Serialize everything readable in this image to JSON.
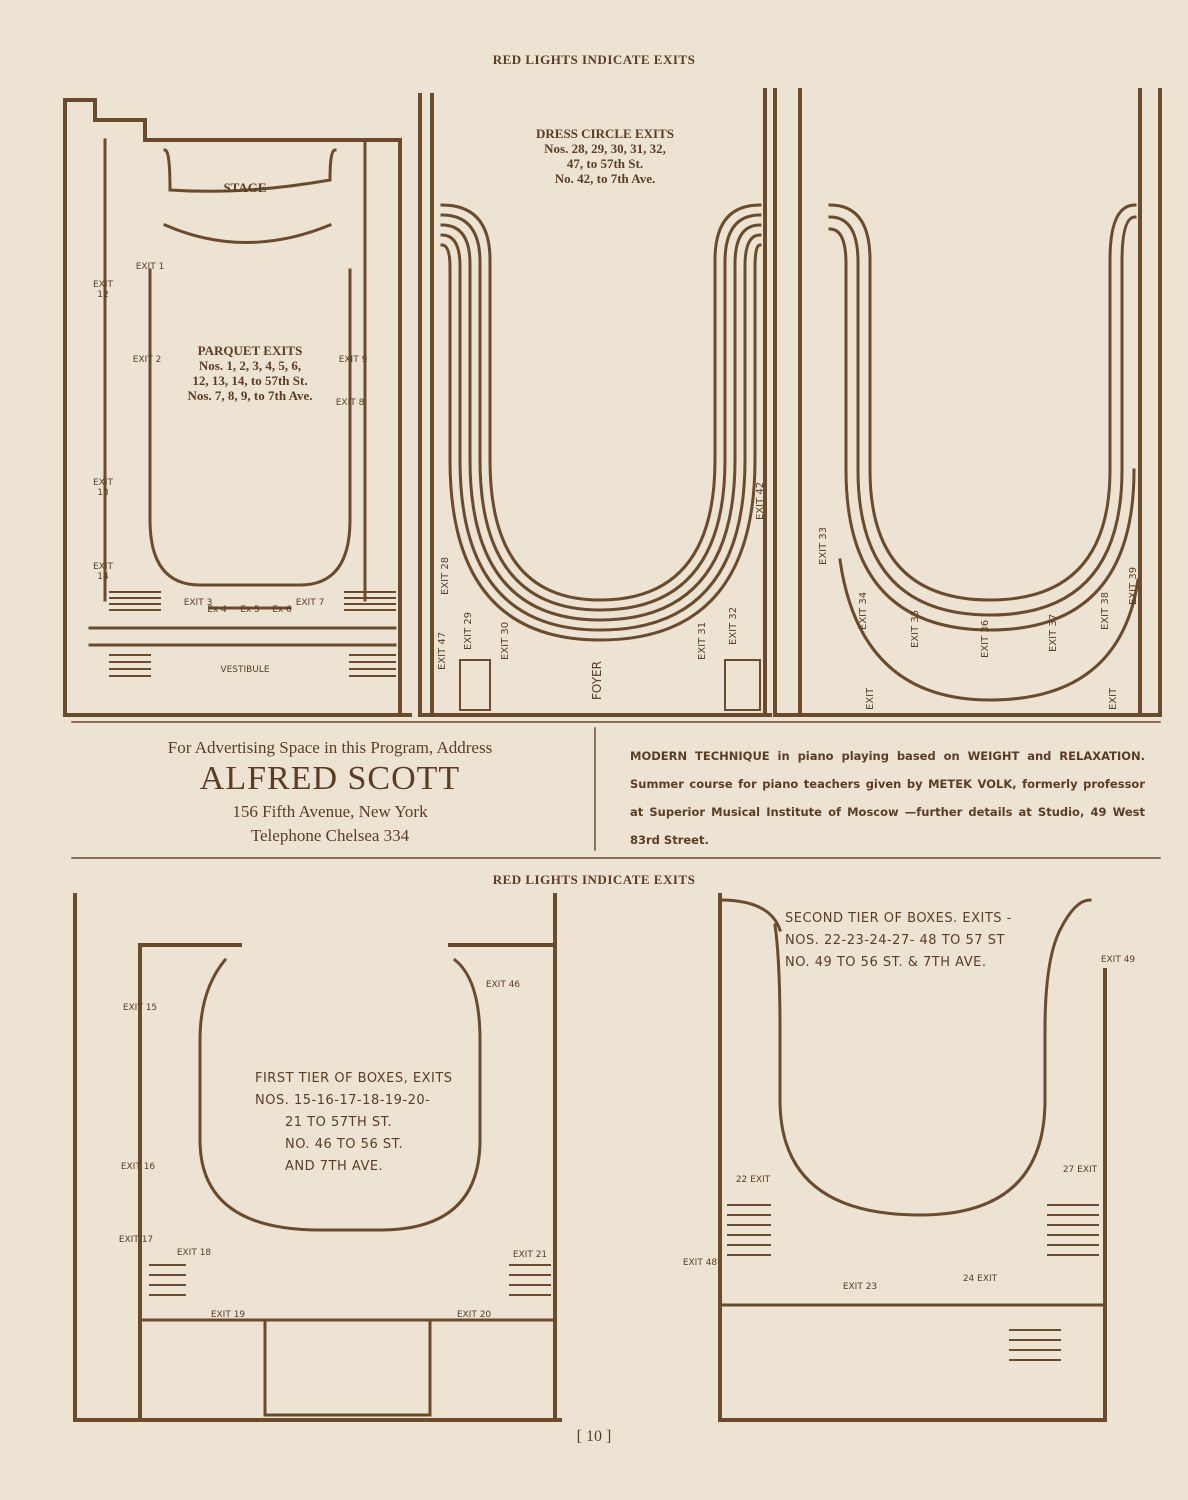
{
  "headers": {
    "top": "RED LIGHTS INDICATE EXITS",
    "middle": "RED LIGHTS INDICATE EXITS"
  },
  "parquet": {
    "stage": "STAGE",
    "vestibule": "VESTIBULE",
    "title": "PARQUET EXITS",
    "line1": "Nos. 1, 2, 3, 4, 5, 6,",
    "line2": "12, 13, 14, to 57th St.",
    "line3": "Nos. 7, 8, 9, to 7th Ave.",
    "exits": [
      "EXIT 1",
      "EXIT 2",
      "EXIT 9",
      "EXIT 8",
      "EXIT 12",
      "EXIT 13",
      "EXIT 14",
      "EXIT 3",
      "Ex 4",
      "Ex 5",
      "Ex 6",
      "EXIT 7"
    ]
  },
  "dress_circle": {
    "title": "DRESS CIRCLE EXITS",
    "line1": "Nos. 28, 29, 30, 31, 32,",
    "line2": "47, to 57th St.",
    "line3": "No. 42, to 7th Ave.",
    "foyer": "FOYER",
    "exits": [
      "EXIT 28",
      "EXIT 47",
      "EXIT 29",
      "EXIT 30",
      "EXIT 31",
      "EXIT 32",
      "EXIT 42"
    ]
  },
  "balcony": {
    "exits": [
      "EXIT 33",
      "EXIT 34",
      "EXIT 35",
      "EXIT 36",
      "EXIT 37",
      "EXIT 38",
      "EXIT 39",
      "EXIT",
      "EXIT"
    ]
  },
  "advert": {
    "line1": "For Advertising Space in this Program, Address",
    "name": "ALFRED SCOTT",
    "address": "156 Fifth Avenue, New York",
    "phone": "Telephone Chelsea 334"
  },
  "notice": {
    "text": "MODERN TECHNIQUE in piano playing based on WEIGHT and RELAXATION. Summer course for piano teachers given by METEK VOLK, formerly professor at Superior Musical Institute of Moscow —further details at Studio, 49 West 83rd Street."
  },
  "first_tier": {
    "line1": "FIRST TIER OF BOXES, EXITS",
    "line2": "NOS. 15-16-17-18-19-20-",
    "line3": "21 TO 57TH ST.",
    "line4": "NO. 46 TO 56 ST.",
    "line5": "AND 7TH AVE.",
    "exits": [
      "EXIT 15",
      "EXIT 16",
      "EXIT 17",
      "EXIT 18",
      "EXIT 19",
      "EXIT 20",
      "EXIT 21",
      "EXIT 46"
    ]
  },
  "second_tier": {
    "line1": "SECOND TIER OF BOXES. EXITS -",
    "line2": "NOS. 22-23-24-27- 48 TO 57 ST",
    "line3": "NO. 49 TO 56 ST. & 7TH AVE.",
    "exits": [
      "EXIT 49",
      "22 EXIT",
      "27 EXIT",
      "EXIT 48",
      "EXIT 23",
      "24 EXIT"
    ]
  },
  "page_number": "[ 10 ]"
}
